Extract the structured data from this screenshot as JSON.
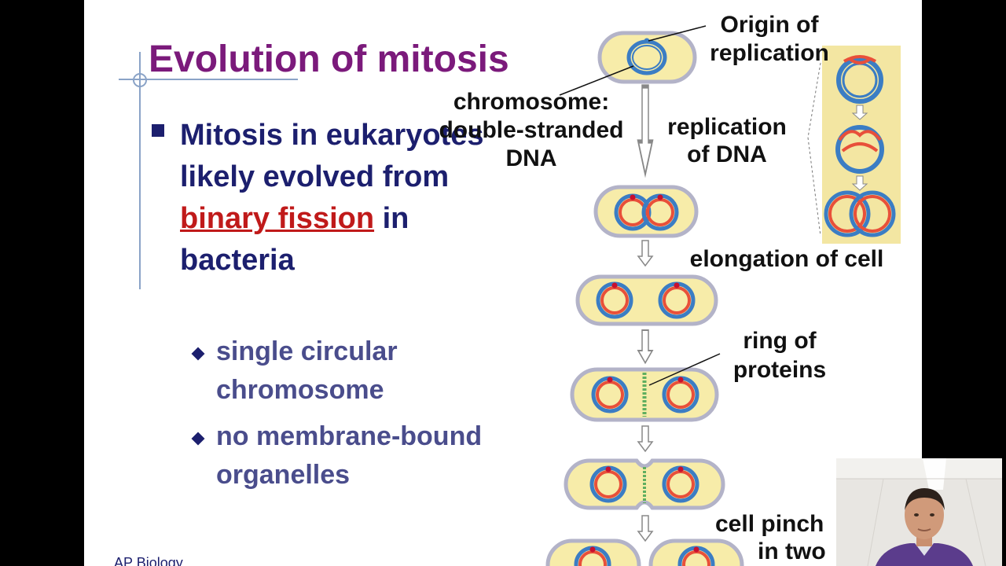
{
  "slide": {
    "title": "Evolution of mitosis",
    "main_bullet": {
      "prefix": "Mitosis in eukaryotes likely evolved from ",
      "highlight": "binary fission",
      "suffix": " in bacteria"
    },
    "sub_bullets": [
      "single circular chromosome",
      "no membrane-bound organelles"
    ],
    "footer": "AP Biology"
  },
  "diagram": {
    "labels": {
      "origin_line1": "Origin of",
      "origin_line2": "replication",
      "chromosome_line1": "chromosome:",
      "chromosome_line2": "double-stranded",
      "chromosome_line3": "DNA",
      "replication_line1": "replication",
      "replication_line2": "of DNA",
      "elongation": "elongation of cell",
      "ring_line1": "ring of",
      "ring_line2": "proteins",
      "pinch_line1": "cell pinch",
      "pinch_line2": "in two"
    },
    "colors": {
      "cell_fill": "#f7eca9",
      "cell_border": "#b3b3c8",
      "dna_blue": "#3b7dc4",
      "dna_red": "#e8503a",
      "origin_dot": "#c8102e",
      "protein_ring": "#5fae5f",
      "inset_bg": "#f3e6a2"
    }
  },
  "webcam": {
    "icon": "presenter-video"
  },
  "theme": {
    "title_color": "#7b1a7b",
    "bullet_color": "#1c1f6e",
    "sub_bullet_color": "#4a4d8c",
    "highlight_color": "#c01a1a"
  }
}
